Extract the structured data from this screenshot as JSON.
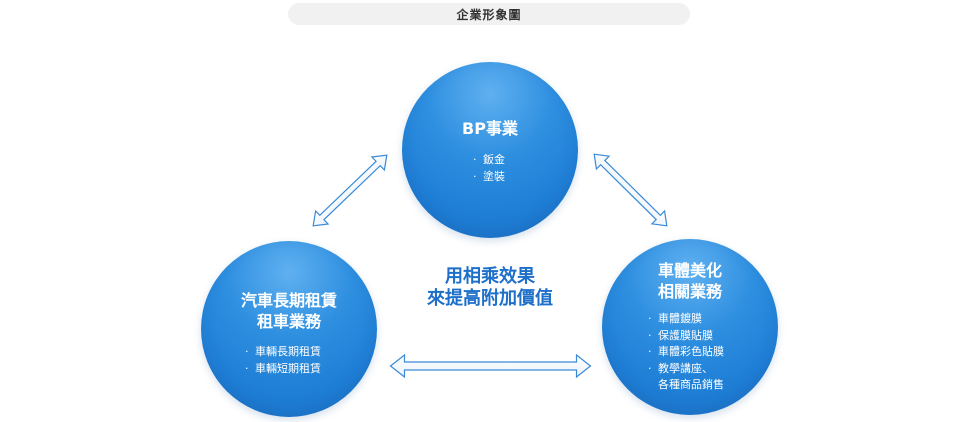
{
  "header": {
    "title": "企業形象圖"
  },
  "circles": {
    "top": {
      "heading": [
        "BP事業"
      ],
      "items": [
        "鈑金",
        "塗裝"
      ]
    },
    "left": {
      "heading": [
        "汽車長期租賃",
        "租車業務"
      ],
      "items": [
        "車輛長期租賃",
        "車輛短期租賃"
      ]
    },
    "right": {
      "heading": [
        "車體美化",
        "相關業務"
      ],
      "items": [
        "車體鍍膜",
        "保護膜貼膜",
        "車體彩色貼膜",
        "教學講座、"
      ],
      "item_continuation": "各種商品銷售"
    }
  },
  "center": {
    "line1": "用相乘效果",
    "line2": "來提高附加價值"
  },
  "colors": {
    "circle": "#2288dd",
    "accent_text": "#1d6fc9",
    "arrow_stroke": "#3a8ad6"
  }
}
